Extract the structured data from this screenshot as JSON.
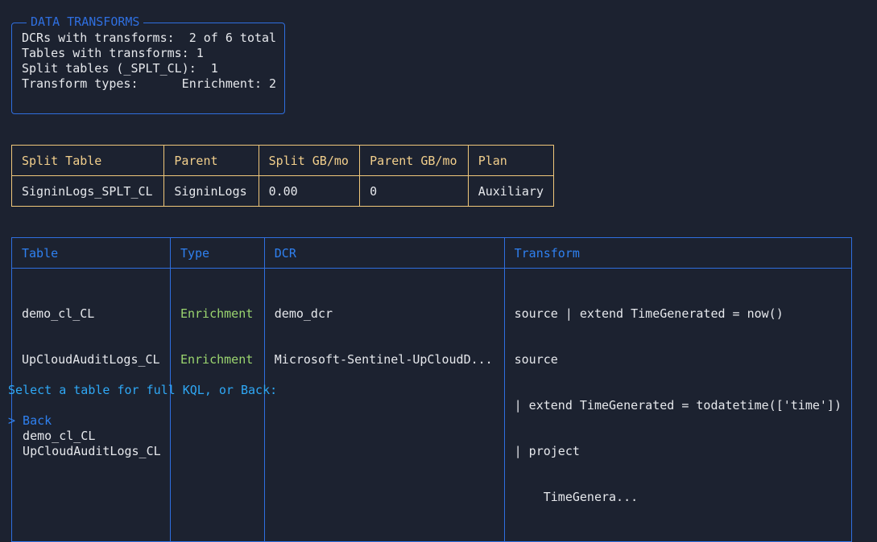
{
  "summary": {
    "title": "DATA TRANSFORMS",
    "lines": [
      "DCRs with transforms:  2 of 6 total",
      "Tables with transforms: 1",
      "Split tables (_SPLT_CL):  1",
      "Transform types:      Enrichment: 2"
    ]
  },
  "split_table": {
    "headers": [
      "Split Table",
      "Parent",
      "Split GB/mo",
      "Parent GB/mo",
      "Plan"
    ],
    "rows": [
      [
        "SigninLogs_SPLT_CL",
        "SigninLogs",
        "0.00",
        "0",
        "Auxiliary"
      ]
    ]
  },
  "transform_table": {
    "headers": [
      "Table",
      "Type",
      "DCR",
      "Transform"
    ],
    "tables": [
      "demo_cl_CL",
      "UpCloudAuditLogs_CL"
    ],
    "types": [
      "Enrichment",
      "Enrichment"
    ],
    "dcrs": [
      "demo_dcr",
      "Microsoft-Sentinel-UpCloudD..."
    ],
    "transform_lines": [
      "source | extend TimeGenerated = now()",
      "source",
      "| extend TimeGenerated = todatetime(['time'])",
      "| project",
      "    TimeGenera..."
    ]
  },
  "prompt": "Select a table for full KQL, or Back:",
  "menu": {
    "items": [
      "> Back",
      "  demo_cl_CL",
      "  UpCloudAuditLogs_CL"
    ],
    "selected_index": 0
  },
  "colors": {
    "background": "#1c2230",
    "blue_border": "#2f6fe0",
    "amber_border": "#f0c77a",
    "enrichment": "#9bd56f",
    "prompt": "#2fa8f5"
  }
}
